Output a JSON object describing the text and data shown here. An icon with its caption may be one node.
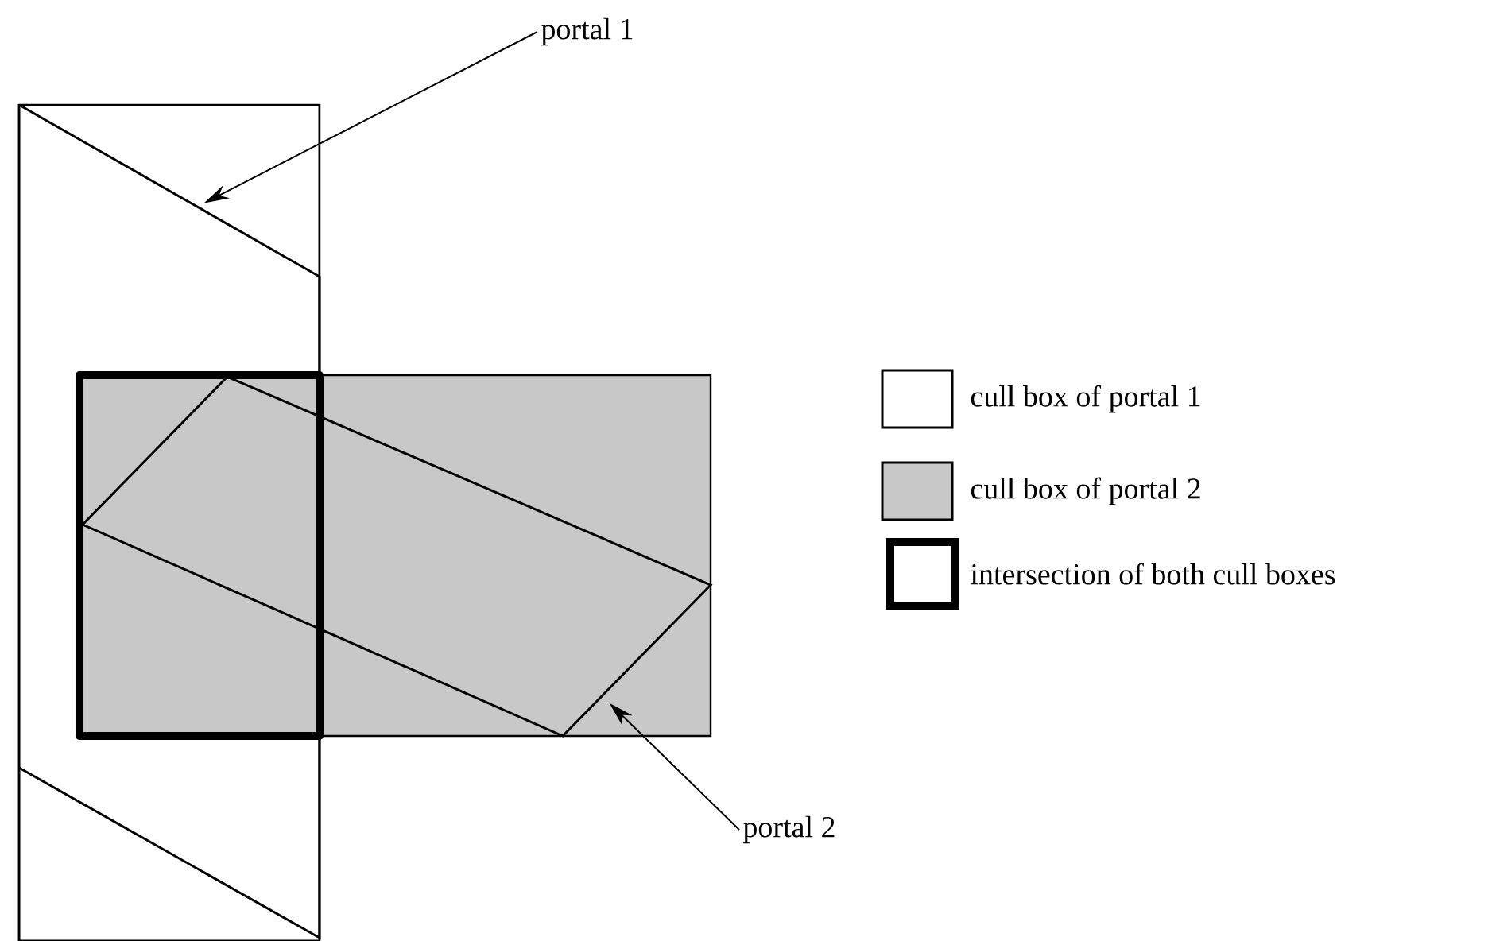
{
  "diagram": {
    "nodes": [
      {
        "text": [
          "portal 1"
        ]
      },
      {
        "text": [],
        "shape": "parallelogram"
      },
      {
        "text": [
          "portal 2"
        ]
      },
      {
        "text": [],
        "shape": "box"
      }
    ],
    "edges": [
      {
        "from": 0,
        "to": 1,
        "arrow": "to"
      },
      {
        "from": 2,
        "to": 3,
        "arrow": "to"
      }
    ],
    "legend": [
      {
        "text": "cull box of portal 1"
      },
      {
        "text": "cull box of portal 2",
        "color": "#c8c8c8"
      },
      {
        "text": "intersection of both cull boxes"
      }
    ]
  }
}
